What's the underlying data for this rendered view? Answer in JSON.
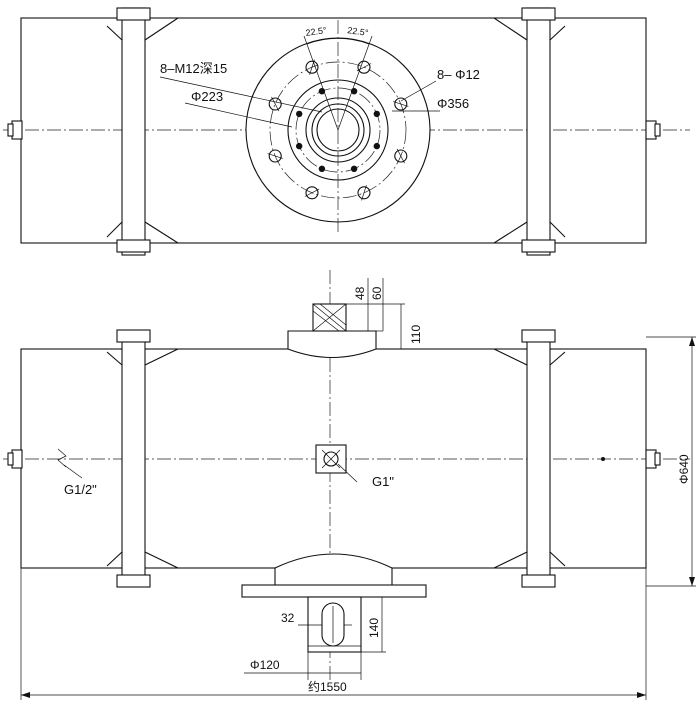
{
  "top_view": {
    "label_tapped_holes": "8–M12深15",
    "label_through_holes": "8– Φ12",
    "label_bolt_circle_inner": "Φ223",
    "label_bolt_circle_outer": "Φ356",
    "angle_left": "22.5°",
    "angle_right": "22.5°"
  },
  "front_view": {
    "dim_48": "48",
    "dim_60": "60",
    "dim_110": "110",
    "dim_640": "Φ640",
    "label_port_left": "G1/2\"",
    "label_port_center": "G1\"",
    "dim_32": "32",
    "dim_140": "140",
    "dim_120": "Φ120",
    "dim_overall": "约1550"
  }
}
